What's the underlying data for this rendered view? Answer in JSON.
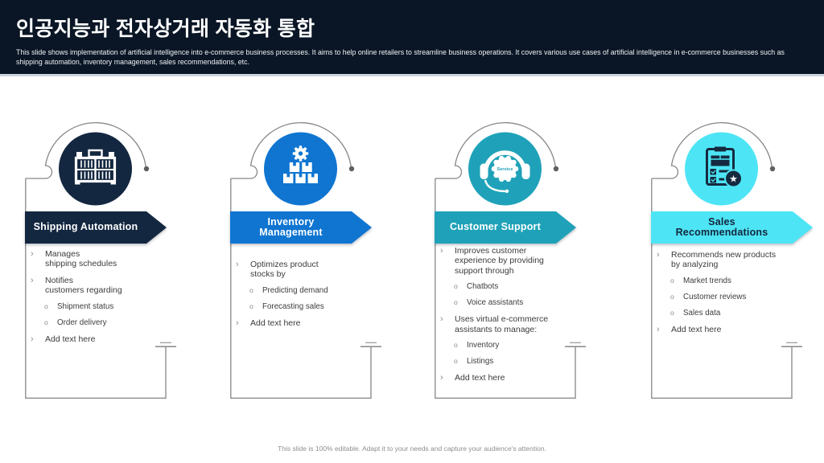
{
  "header": {
    "title": "인공지능과 전자상거래 자동화 통합",
    "subtitle": "This slide shows implementation of artificial intelligence into e-commerce business processes. It aims to help online retailers to streamline business operations. It covers various use cases of artificial intelligence in e-commerce businesses such as shipping automation, inventory management, sales recommendations, etc.",
    "background": "#0a1625",
    "title_color": "#ffffff"
  },
  "markers": {
    "level1": "›",
    "level2": "o"
  },
  "cards": [
    {
      "id": "shipping-automation",
      "title_lines": [
        "Shipping Automation"
      ],
      "color": "#132740",
      "title_color": "#ffffff",
      "icon": "container-icon",
      "icon_color": "#ffffff",
      "bullets": [
        {
          "lines": [
            "Manages",
            "shipping schedules"
          ],
          "sub": []
        },
        {
          "lines": [
            "Notifies",
            "customers regarding"
          ],
          "sub": [
            "Shipment status",
            "Order delivery"
          ]
        },
        {
          "lines": [
            "Add text here"
          ],
          "sub": []
        }
      ]
    },
    {
      "id": "inventory-management",
      "title_lines": [
        "Inventory",
        "Management"
      ],
      "color": "#0f75d1",
      "title_color": "#ffffff",
      "icon": "boxes-gear-icon",
      "icon_color": "#ffffff",
      "bullets": [
        {
          "lines": [
            "Optimizes product",
            "stocks by"
          ],
          "sub": [
            "Predicting demand",
            "Forecasting sales"
          ]
        },
        {
          "lines": [
            "Add text here"
          ],
          "sub": []
        }
      ]
    },
    {
      "id": "customer-support",
      "title_lines": [
        "Customer Support"
      ],
      "color": "#1fa2b9",
      "title_color": "#ffffff",
      "icon": "headset-service-icon",
      "icon_color": "#ffffff",
      "icon_label": "Service",
      "bullets": [
        {
          "lines": [
            "Improves customer",
            "experience by providing",
            "support through"
          ],
          "sub": [
            "Chatbots",
            "Voice assistants"
          ]
        },
        {
          "lines": [
            "Uses virtual e-commerce",
            "assistants to manage:"
          ],
          "sub": [
            "Inventory",
            "Listings"
          ]
        },
        {
          "lines": [
            "Add text here"
          ],
          "sub": []
        }
      ]
    },
    {
      "id": "sales-recommendations",
      "title_lines": [
        "Sales",
        "Recommendations"
      ],
      "color": "#4de5f5",
      "title_color": "#14263c",
      "icon": "clipboard-star-icon",
      "icon_color": "#152a40",
      "bullets": [
        {
          "lines": [
            "Recommends new products",
            "by analyzing"
          ],
          "sub": [
            "Market trends",
            "Customer reviews",
            "Sales data"
          ]
        },
        {
          "lines": [
            "Add text here"
          ],
          "sub": []
        }
      ]
    }
  ],
  "footer": {
    "note": "This slide is 100% editable. Adapt it to your needs and capture your audience's attention."
  }
}
